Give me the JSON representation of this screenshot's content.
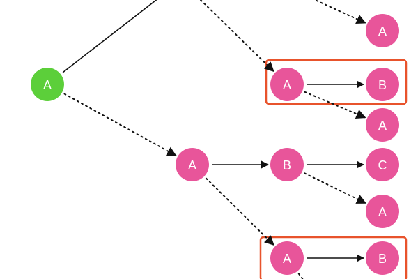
{
  "colors": {
    "root_node": "#5ccf3a",
    "node": "#e8559a",
    "node_text": "#ffffff",
    "edge": "#111111",
    "highlight": "#e8532c"
  },
  "nodes": [
    {
      "id": "root",
      "label": "A",
      "kind": "root"
    },
    {
      "id": "top_a",
      "label": "A",
      "kind": "node"
    },
    {
      "id": "hl1_a",
      "label": "A",
      "kind": "node"
    },
    {
      "id": "hl1_b",
      "label": "B",
      "kind": "node"
    },
    {
      "id": "mid_a_upper",
      "label": "A",
      "kind": "node"
    },
    {
      "id": "mid_a",
      "label": "A",
      "kind": "node"
    },
    {
      "id": "mid_b",
      "label": "B",
      "kind": "node"
    },
    {
      "id": "mid_c",
      "label": "C",
      "kind": "node"
    },
    {
      "id": "lower_a",
      "label": "A",
      "kind": "node"
    },
    {
      "id": "hl2_a",
      "label": "A",
      "kind": "node"
    },
    {
      "id": "hl2_b",
      "label": "B",
      "kind": "node"
    }
  ],
  "edges": [
    {
      "from": "root",
      "to": "offscreen_up",
      "style": "solid",
      "arrow": false
    },
    {
      "from": "offscreen_top",
      "to": "top_a",
      "style": "dotted",
      "arrow": true
    },
    {
      "from": "offscreen_mid",
      "to": "hl1_a",
      "style": "dotted",
      "arrow": true
    },
    {
      "from": "hl1_a",
      "to": "hl1_b",
      "style": "solid",
      "arrow": true
    },
    {
      "from": "hl1_a",
      "to": "mid_a_upper",
      "style": "dotted",
      "arrow": true
    },
    {
      "from": "root",
      "to": "mid_a",
      "style": "dotted",
      "arrow": true
    },
    {
      "from": "mid_a",
      "to": "mid_b",
      "style": "solid",
      "arrow": true
    },
    {
      "from": "mid_b",
      "to": "mid_c",
      "style": "solid",
      "arrow": true
    },
    {
      "from": "mid_b",
      "to": "lower_a",
      "style": "dotted",
      "arrow": true
    },
    {
      "from": "mid_a",
      "to": "hl2_a",
      "style": "dotted",
      "arrow": true
    },
    {
      "from": "hl2_a",
      "to": "hl2_b",
      "style": "solid",
      "arrow": true
    },
    {
      "from": "hl2_a",
      "to": "offscreen_bottom",
      "style": "dotted",
      "arrow": false
    }
  ],
  "highlights": [
    {
      "name": "highlight-box-upper",
      "contains": [
        "hl1_a",
        "hl1_b"
      ]
    },
    {
      "name": "highlight-box-lower",
      "contains": [
        "hl2_a",
        "hl2_b"
      ]
    }
  ]
}
